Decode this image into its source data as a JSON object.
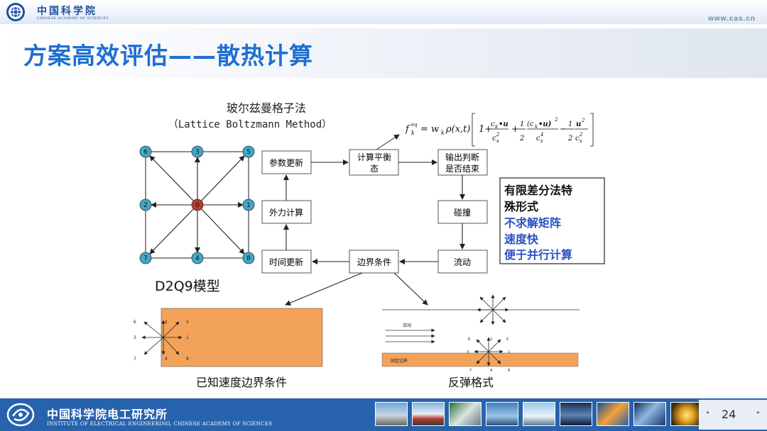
{
  "header": {
    "org_name": "中国科学院",
    "org_en": "CHINESE ACADEMY OF SCIENCES",
    "website": "www.cas.cn"
  },
  "slide": {
    "title": "方案高效评估——散热计算"
  },
  "lbm": {
    "heading_cn": "玻尔兹曼格子法",
    "heading_en": "（Lattice Boltzmann Method）",
    "model_label": "D2Q9模型",
    "nodes": [
      "0",
      "1",
      "2",
      "3",
      "4",
      "5",
      "6",
      "7",
      "8"
    ]
  },
  "equation": {
    "lhs": "f",
    "lhs_sub": "k",
    "lhs_sup": "eq",
    "eq": "= w",
    "w_sub": "k",
    "rho": "ρ(x,t)",
    "term1": "1+",
    "t1_num": "c",
    "t1_num_sub": "k",
    "t1_num_rest": "•u",
    "t1_den": "c",
    "t1_den_sub": "s",
    "t1_den_sup": "2",
    "plus": "+",
    "half": "1",
    "two": "2",
    "t2_num": "(c",
    "t2_num_sub": "k",
    "t2_num_rest": "•u)",
    "t2_num_sup": "2",
    "t2_den": "c",
    "t2_den_sub": "s",
    "t2_den_sup": "4",
    "minus": "−",
    "t3_num": "u",
    "t3_num_sup": "2",
    "t3_den": "c",
    "t3_den_sub": "s",
    "t3_den_sup": "2"
  },
  "flow": {
    "param_update": "参数更新",
    "calc_eq_1": "计算平衡",
    "calc_eq_2": "态",
    "output_1": "输出判断",
    "output_2": "是否结束",
    "force_calc": "外力计算",
    "collision": "碰撞",
    "time_update": "时间更新",
    "boundary": "边界条件",
    "streaming": "流动"
  },
  "features": {
    "line1": "有限差分法特",
    "line2": "殊形式",
    "line3": "不求解矩阵",
    "line4": "速度快",
    "line5": "便于并行计算"
  },
  "left_example": {
    "caption": "已知速度边界条件",
    "dir_labels": [
      "6",
      "2",
      "5",
      "3",
      "1",
      "7",
      "4",
      "8"
    ]
  },
  "right_example": {
    "caption": "反弹格式",
    "flow_label": "流动",
    "wall_label": "固定边界",
    "dir_labels": [
      "6",
      "2",
      "5",
      "3",
      "1",
      "7",
      "4",
      "8"
    ]
  },
  "footer": {
    "institute": "中国科学院电工研究所",
    "institute_en": "INSTITUTE OF ELECTRICAL ENGINEERING, CHINESE ACADEMY OF SCIENCES",
    "page": "24",
    "prev": "◂",
    "next": "▸"
  },
  "colors": {
    "title_blue": "#1d6fd1",
    "footer_blue": "#2763ad",
    "node_teal": "#3fa8c9",
    "node_center": "#c0392b",
    "feature_accent": "#2d4fc4",
    "orange_block": "#f3a259"
  }
}
